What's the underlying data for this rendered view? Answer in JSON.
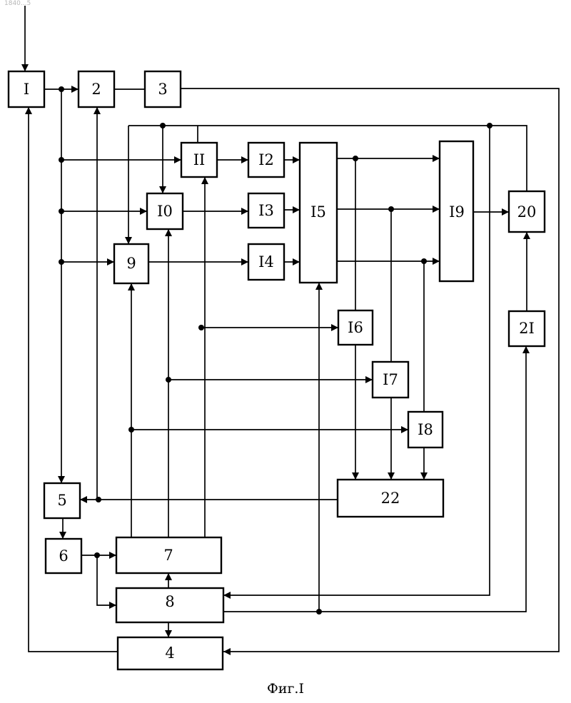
{
  "document": {
    "corner_mark": "1840...5",
    "caption": "Фиг.I"
  },
  "blocks": [
    {
      "id": "b1",
      "label": "I"
    },
    {
      "id": "b2",
      "label": "2"
    },
    {
      "id": "b3",
      "label": "3"
    },
    {
      "id": "b4",
      "label": "4"
    },
    {
      "id": "b5",
      "label": "5"
    },
    {
      "id": "b6",
      "label": "6"
    },
    {
      "id": "b7",
      "label": "7"
    },
    {
      "id": "b8",
      "label": "8"
    },
    {
      "id": "b9",
      "label": "9"
    },
    {
      "id": "b10",
      "label": "I0"
    },
    {
      "id": "b11",
      "label": "II"
    },
    {
      "id": "b12",
      "label": "I2"
    },
    {
      "id": "b13",
      "label": "I3"
    },
    {
      "id": "b14",
      "label": "I4"
    },
    {
      "id": "b15",
      "label": "I5"
    },
    {
      "id": "b16",
      "label": "I6"
    },
    {
      "id": "b17",
      "label": "I7"
    },
    {
      "id": "b18",
      "label": "I8"
    },
    {
      "id": "b19",
      "label": "I9"
    },
    {
      "id": "b20",
      "label": "20"
    },
    {
      "id": "b21",
      "label": "2I"
    },
    {
      "id": "b22",
      "label": "22"
    }
  ]
}
